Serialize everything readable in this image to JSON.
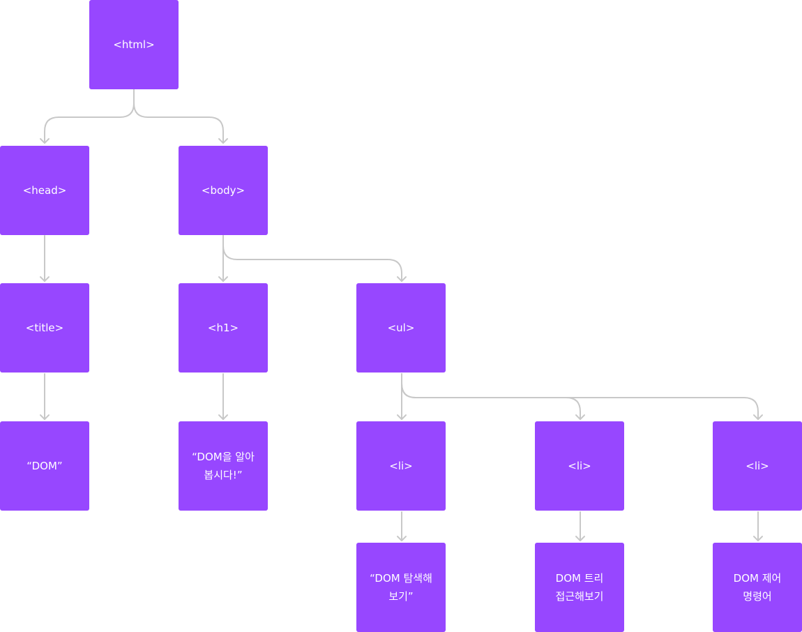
{
  "colors": {
    "node_fill": "#9747FF",
    "node_text": "#FFFFFF",
    "connector": "#C8C8C8"
  },
  "nodes": {
    "html": "<html>",
    "head": "<head>",
    "body": "<body>",
    "title": "<title>",
    "h1": "<h1>",
    "ul": "<ul>",
    "title_text": "“DOM”",
    "h1_text": "“DOM을 알아 봅시다!”",
    "li_1": "<li>",
    "li_2": "<li>",
    "li_3": "<li>",
    "li_1_text": "“DOM 탐색해 보기”",
    "li_2_text": "DOM 트리 접근해보기",
    "li_3_text": "DOM 제어 명령어"
  }
}
